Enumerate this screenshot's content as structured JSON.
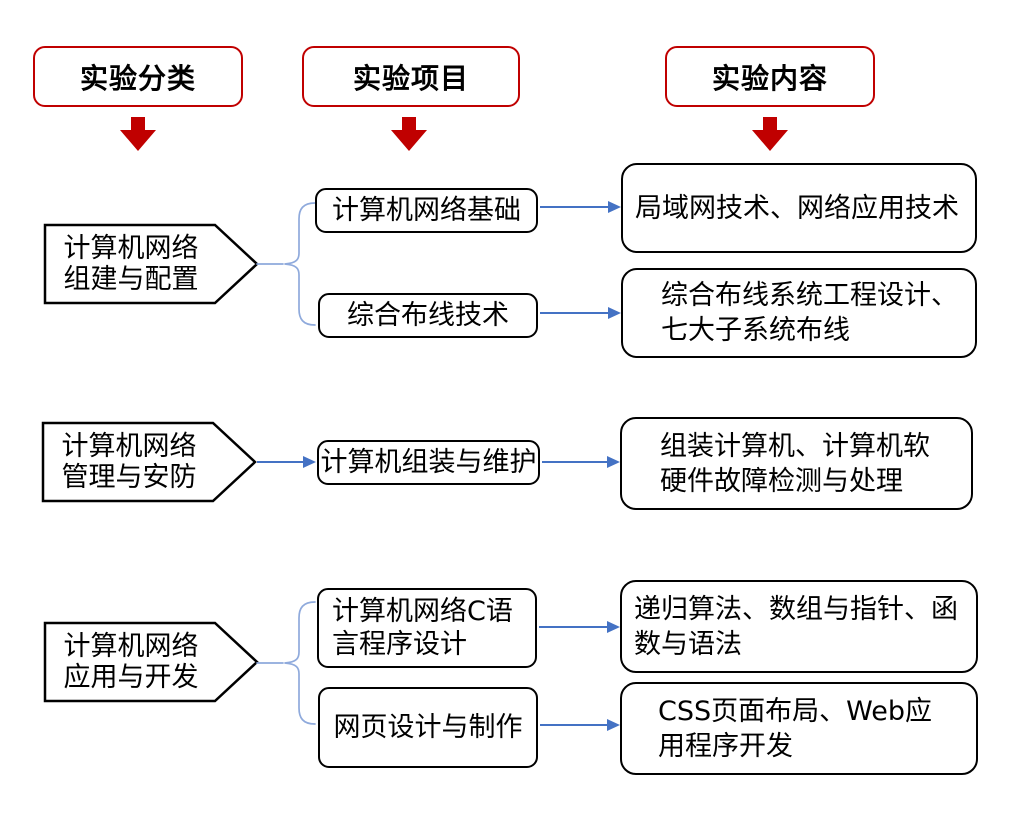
{
  "headers": {
    "classification": "实验分类",
    "project": "实验项目",
    "content": "实验内容"
  },
  "groups": [
    {
      "category": "计算机网络\n组建与配置",
      "projects": [
        {
          "name": "计算机网络基础",
          "content": "局域网技术、网络应用技术"
        },
        {
          "name": "综合布线技术",
          "content": "综合布线系统工程设计、\n七大子系统布线"
        }
      ]
    },
    {
      "category": "计算机网络\n管理与安防",
      "projects": [
        {
          "name": "计算机组装与维护",
          "content": "组装计算机、计算机软\n硬件故障检测与处理"
        }
      ]
    },
    {
      "category": "计算机网络\n应用与开发",
      "projects": [
        {
          "name": "计算机网络C语\n言程序设计",
          "content": "递归算法、数组与指针、函\n数与语法"
        },
        {
          "name": "网页设计与制作",
          "content": "CSS页面布局、Web应\n用程序开发"
        }
      ]
    }
  ],
  "icons": {
    "header_pointer": "red-block-down-arrow",
    "category_shape": "right-pointing-pentagon",
    "group_connector": "left-curly-brace"
  },
  "colors": {
    "accent_red": "#C00000",
    "arrow_blue": "#4472C4",
    "brace_blue": "#8FAADC",
    "shape_border": "#000000",
    "background": "#FFFFFF"
  }
}
